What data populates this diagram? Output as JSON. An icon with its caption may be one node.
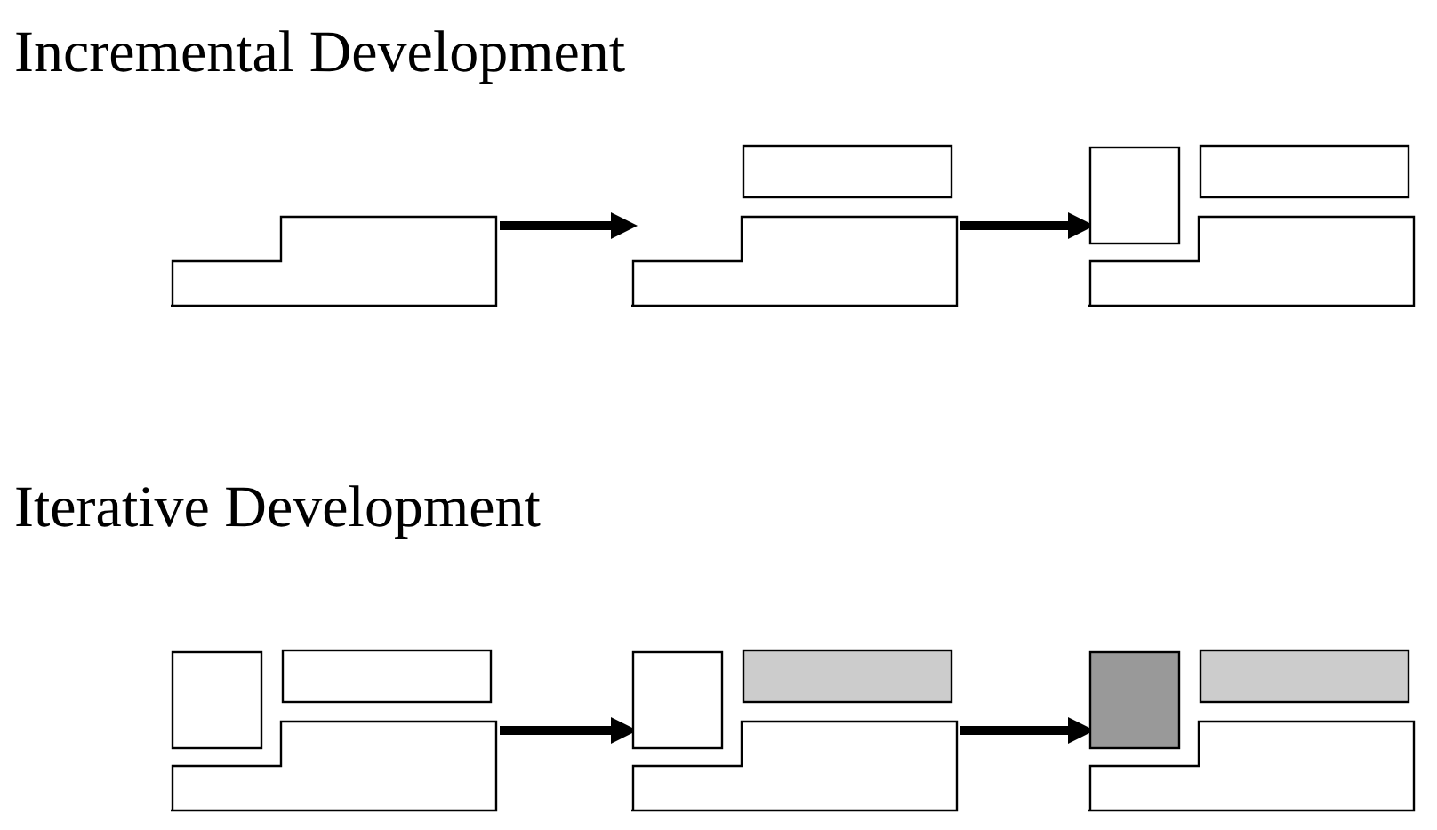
{
  "diagram": {
    "nodes": [
      {
        "text": [],
        "shape": "box"
      },
      {
        "text": [],
        "shape": "box"
      },
      {
        "text": [],
        "shape": "box"
      },
      {
        "text": [],
        "shape": "box"
      },
      {
        "text": [],
        "shape": "box"
      },
      {
        "text": [],
        "shape": "box"
      }
    ],
    "edges": [
      {
        "from": 0,
        "to": 1,
        "arrow": "to"
      },
      {
        "from": 1,
        "to": 2,
        "arrow": "to"
      },
      {
        "from": 3,
        "to": 4,
        "arrow": "to"
      },
      {
        "from": 4,
        "to": 5,
        "arrow": "to"
      }
    ],
    "labels": [
      "Incremental Development",
      "Iterative Development"
    ]
  }
}
